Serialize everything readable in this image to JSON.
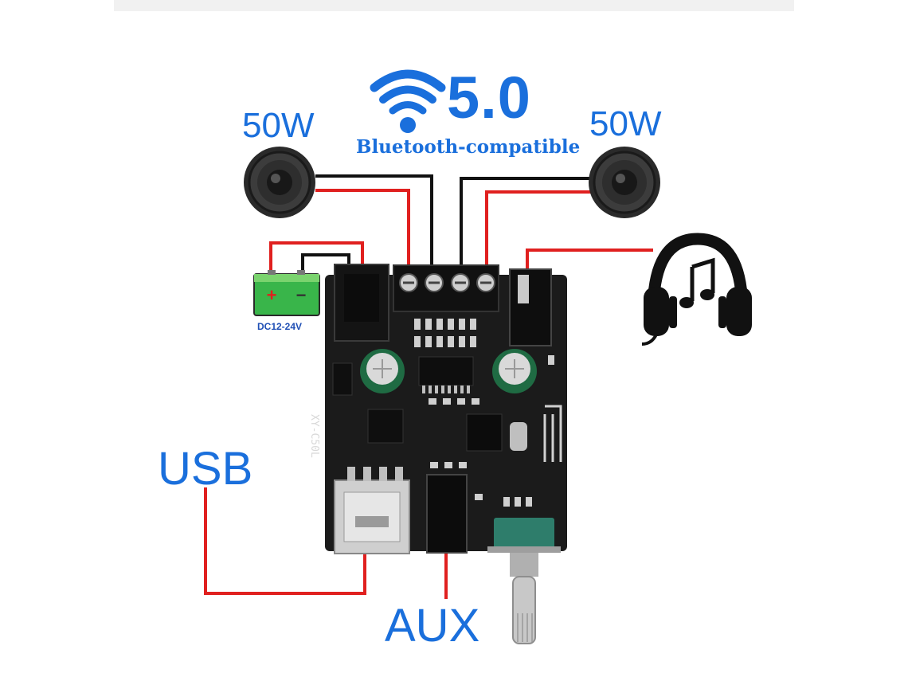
{
  "bluetooth": {
    "version": "5.0",
    "subtitle": "Bluetooth-compatible",
    "icon": "wifi-signal-icon"
  },
  "speakers": {
    "left_power": "50W",
    "right_power": "50W",
    "icon": "speaker-icon"
  },
  "power": {
    "label": "DC12-24V",
    "plus": "+",
    "minus": "−",
    "icon": "battery-icon"
  },
  "ports": {
    "usb": "USB",
    "aux": "AUX"
  },
  "headphones": {
    "icon": "headphones-music-icon"
  },
  "board": {
    "model": "XY-C50L"
  },
  "colors": {
    "label_blue": "#1a6fdc",
    "wire_red": "#e0201f",
    "wire_black": "#111111",
    "board_black": "#1a1a1a",
    "battery_green": "#39b54a"
  }
}
